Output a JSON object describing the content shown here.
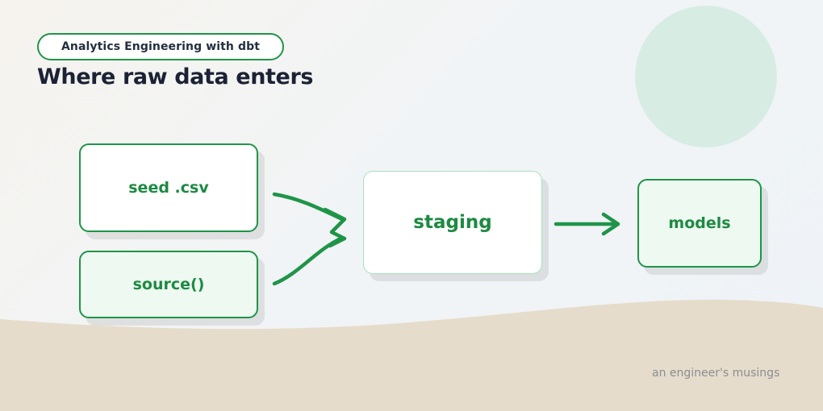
{
  "header": {
    "series_label": "Analytics Engineering with dbt",
    "title": "Where raw data enters"
  },
  "nodes": {
    "seed": "seed .csv",
    "source": "source()",
    "staging": "staging",
    "models": "models"
  },
  "edges": [
    {
      "from": "seed",
      "to": "staging"
    },
    {
      "from": "source",
      "to": "staging"
    },
    {
      "from": "staging",
      "to": "models"
    }
  ],
  "footer": {
    "byline": "an engineer's musings"
  },
  "colors": {
    "accent_green": "#1f9448",
    "node_text": "#1d8a42",
    "title_text": "#1b2235",
    "sand": "#e6dccb",
    "decor_circle": "#d7ece3"
  }
}
